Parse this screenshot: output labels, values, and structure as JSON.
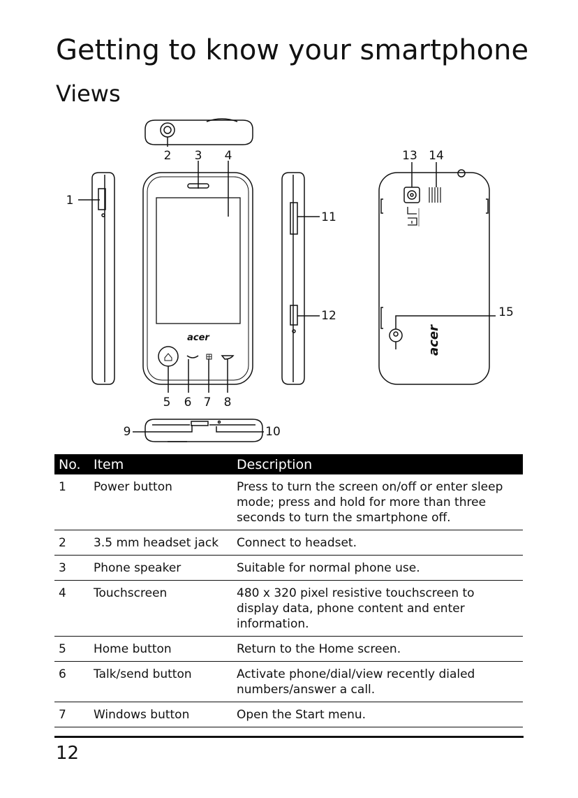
{
  "page": {
    "title": "Getting to know your smartphone",
    "subtitle": "Views",
    "page_number": "12"
  },
  "figure": {
    "callouts": [
      "1",
      "2",
      "3",
      "4",
      "5",
      "6",
      "7",
      "8",
      "9",
      "10",
      "11",
      "12",
      "13",
      "14",
      "15"
    ],
    "brand_logo": "acer"
  },
  "table": {
    "headers": [
      "No.",
      "Item",
      "Description"
    ],
    "rows": [
      {
        "no": "1",
        "item": "Power button",
        "description": "Press to turn the screen on/off or enter sleep mode; press and hold for more than three seconds to turn the smartphone off."
      },
      {
        "no": "2",
        "item": "3.5 mm headset jack",
        "description": "Connect to headset."
      },
      {
        "no": "3",
        "item": "Phone speaker",
        "description": "Suitable for normal phone use."
      },
      {
        "no": "4",
        "item": "Touchscreen",
        "description": "480 x 320 pixel resistive touchscreen to display data, phone content and enter information."
      },
      {
        "no": "5",
        "item": "Home button",
        "description": "Return to the Home screen."
      },
      {
        "no": "6",
        "item": "Talk/send button",
        "description": "Activate phone/dial/view recently dialed numbers/answer a call."
      },
      {
        "no": "7",
        "item": "Windows button",
        "description": "Open the Start menu."
      }
    ]
  }
}
